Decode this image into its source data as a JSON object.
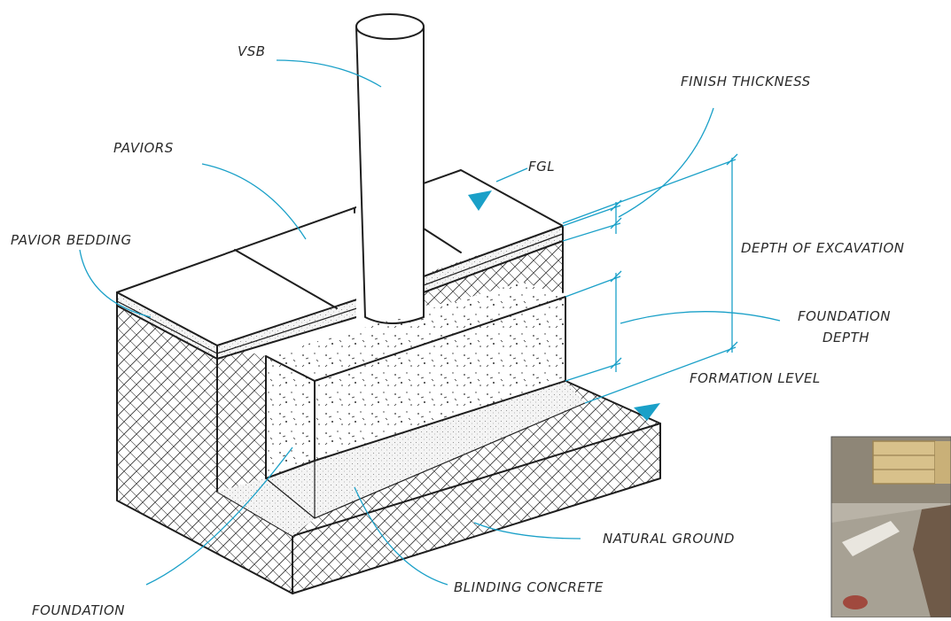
{
  "labels": {
    "vsb": "VSB",
    "pavior": "PAVIORS",
    "bedding": "PAVIOR BEDDING",
    "fgl": "FGL",
    "finish": "FINISH THICKNESS",
    "excavation": "DEPTH OF EXCAVATION",
    "foundation_depth_1": "FOUNDATION",
    "foundation_depth_2": "DEPTH",
    "formation": "FORMATION LEVEL",
    "natural": "NATURAL GROUND",
    "blinding": "BLINDING CONCRETE",
    "foundation": "FOUNDATION"
  },
  "colors": {
    "accent": "#1aa0c8",
    "ink": "#1e1e1e"
  }
}
